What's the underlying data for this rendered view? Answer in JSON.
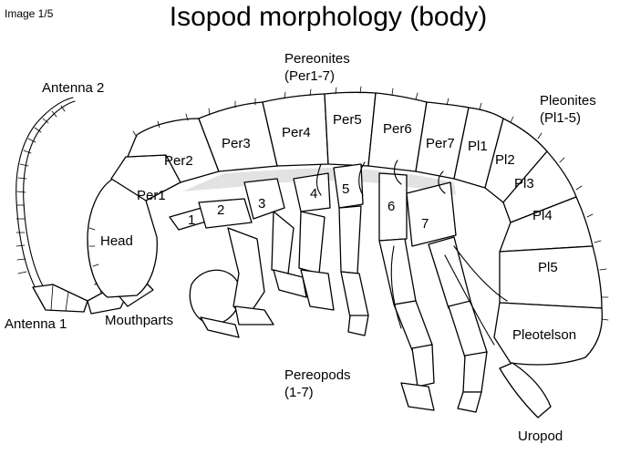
{
  "image_counter": "Image 1/5",
  "title": "Isopod morphology (body)",
  "labels": {
    "antenna2": "Antenna 2",
    "antenna1": "Antenna 1",
    "mouthparts": "Mouthparts",
    "head": "Head",
    "pereonites": "Pereonites",
    "pereonites_range": "(Per1-7)",
    "pleonites": "Pleonites",
    "pleonites_range": "(Pl1-5)",
    "pereopods": "Pereopods",
    "pereopods_range": "(1-7)",
    "pleotelson": "Pleotelson",
    "uropod": "Uropod"
  },
  "segments": {
    "per1": "Per1",
    "per2": "Per2",
    "per3": "Per3",
    "per4": "Per4",
    "per5": "Per5",
    "per6": "Per6",
    "per7": "Per7",
    "pl1": "Pl1",
    "pl2": "Pl2",
    "pl3": "Pl3",
    "pl4": "Pl4",
    "pl5": "Pl5"
  },
  "leg_numbers": [
    "1",
    "2",
    "3",
    "4",
    "5",
    "6",
    "7"
  ]
}
